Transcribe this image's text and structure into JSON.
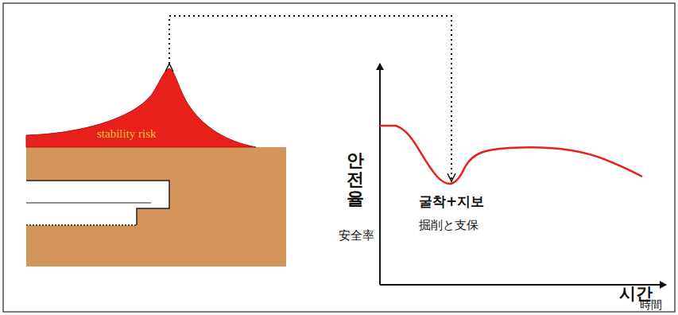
{
  "diagram": {
    "labels": [
      "stability risk",
      "안전율",
      "安全率",
      "굴착+지보",
      "掘削と支保",
      "시간",
      "時間"
    ]
  }
}
